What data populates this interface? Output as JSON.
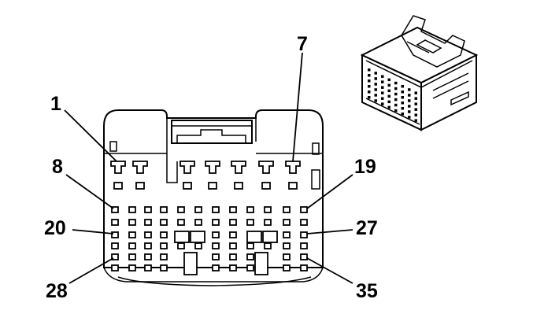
{
  "pin_labels": {
    "p1": "1",
    "p7": "7",
    "p8": "8",
    "p19": "19",
    "p20": "20",
    "p27": "27",
    "p28": "28",
    "p35": "35"
  },
  "icons": {
    "connector_face": "connector-face-icon",
    "connector_3d": "connector-isometric-icon"
  },
  "colors": {
    "line": "#000000",
    "background": "#ffffff"
  }
}
